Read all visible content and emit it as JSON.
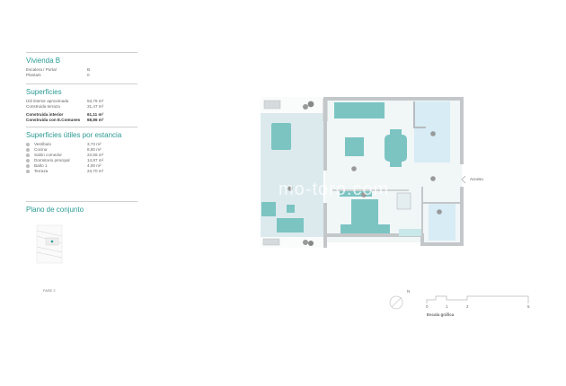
{
  "unit": {
    "title": "Vivienda B",
    "fields": [
      {
        "label": "Escalera / Portal",
        "value": "B"
      },
      {
        "label": "Planta/s",
        "value": "0"
      }
    ]
  },
  "surfaces": {
    "title": "Superficies",
    "rows": [
      {
        "label": "Útil interior aproximada",
        "value": "53,76 m²",
        "bold": false
      },
      {
        "label": "Construida terraza",
        "value": "31,47 m²",
        "bold": false
      },
      {
        "label": "Construida interior",
        "value": "61,11 m²",
        "bold": true
      },
      {
        "label": "Construida con E.Comunes",
        "value": "68,86 m²",
        "bold": true
      }
    ]
  },
  "rooms": {
    "title": "Superficies útiles por estancia",
    "items": [
      {
        "label": "Vestíbulo",
        "value": "3,73 m²"
      },
      {
        "label": "Cocina",
        "value": "8,60 m²"
      },
      {
        "label": "Salón comedor",
        "value": "22,56 m²"
      },
      {
        "label": "Dormitorio principal",
        "value": "14,87 m²"
      },
      {
        "label": "Baño 1",
        "value": "4,00 m²"
      },
      {
        "label": "Terraza",
        "value": "23,70 m²"
      }
    ]
  },
  "site_plan": {
    "title": "Plano de conjunto",
    "phase_label": "FASE 2"
  },
  "floor_plan": {
    "access_label": "Acceso",
    "watermark": "mo-toro.com"
  },
  "scale": {
    "north_label": "N",
    "ticks": [
      "0",
      "1",
      "2",
      "5"
    ],
    "label": "Escala gráfica"
  },
  "colors": {
    "accent": "#2a9a94",
    "furniture": "#7bc4c2",
    "terrace_fill": "#dceaee",
    "wet_fill": "#d7ecf5",
    "wall": "#c4c7c9",
    "floor": "#f1f6f7"
  }
}
